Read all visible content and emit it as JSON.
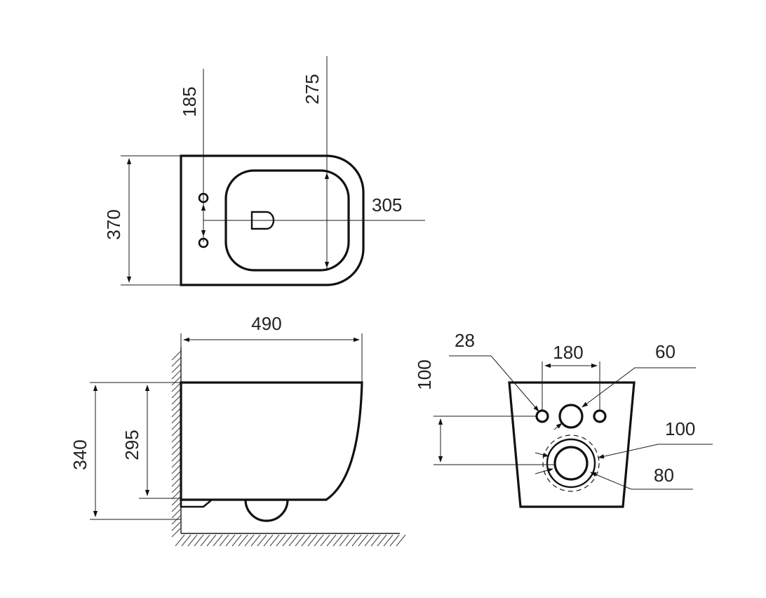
{
  "top_view": {
    "dim_width": "370",
    "dim_seat_depth": "305",
    "dim_fixing": "185",
    "dim_outlet": "275"
  },
  "side_view": {
    "dim_length": "490",
    "dim_height": "340",
    "dim_rim": "295"
  },
  "rear_view": {
    "dim_bolt_spacing": "180",
    "dim_bolt_hole": "28",
    "dim_inlet_hole": "60",
    "dim_vertical": "100",
    "dim_outlet_outer": "100",
    "dim_outlet_inner": "80"
  },
  "colors": {
    "line": "#111111",
    "background": "#ffffff"
  }
}
